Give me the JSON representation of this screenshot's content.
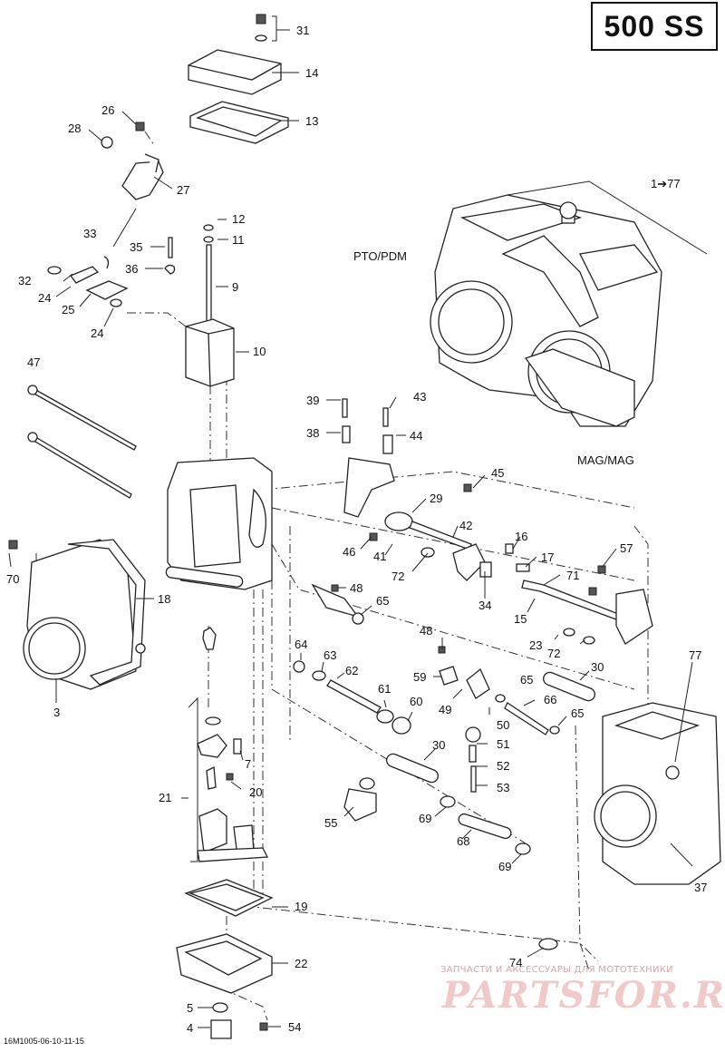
{
  "header": {
    "model": "500 SS"
  },
  "assembly": {
    "range_label": "1➔77",
    "pto_label": "PTO/PDM",
    "mag_label": "MAG/MAG"
  },
  "footer": {
    "reference": "16M1005-06-10-11-15"
  },
  "watermark": {
    "subtitle": "ЗАПЧАСТИ И АКСЕССУАРЫ ДЛЯ МОТОТЕХНИКИ",
    "brand": "PARTSFOR.RU"
  },
  "callouts": [
    "31",
    "14",
    "13",
    "26",
    "28",
    "27",
    "12",
    "11",
    "33",
    "35",
    "36",
    "9",
    "32",
    "24",
    "25",
    "10",
    "47",
    "39",
    "43",
    "38",
    "44",
    "45",
    "29",
    "42",
    "16",
    "57",
    "17",
    "71",
    "46",
    "41",
    "72",
    "34",
    "15",
    "70",
    "18",
    "48",
    "65",
    "3",
    "64",
    "63",
    "62",
    "61",
    "60",
    "59",
    "49",
    "50",
    "66",
    "77",
    "23",
    "30",
    "51",
    "52",
    "53",
    "7",
    "20",
    "21",
    "55",
    "69",
    "68",
    "19",
    "22",
    "74",
    "37",
    "5",
    "4",
    "54"
  ],
  "colors": {
    "line": "#222222",
    "watermark": "#f0c9c9"
  }
}
